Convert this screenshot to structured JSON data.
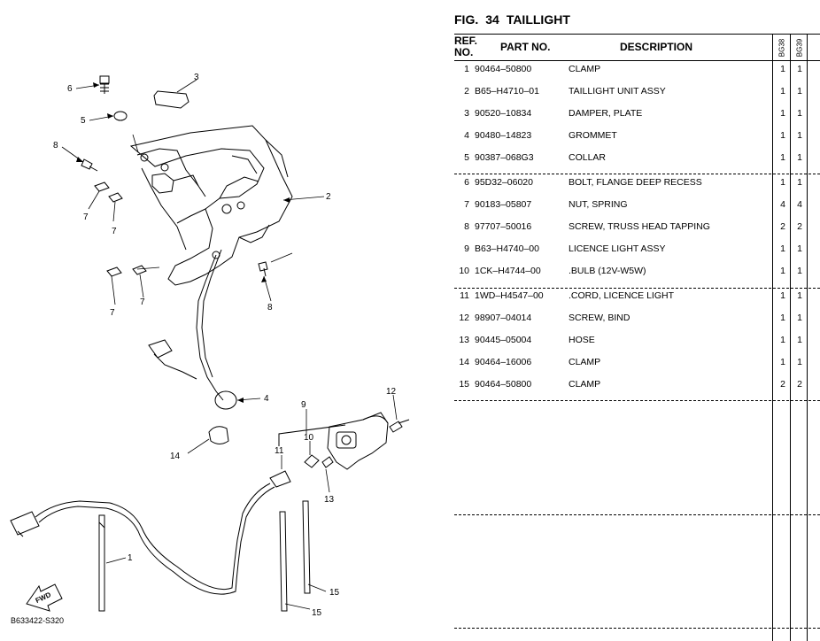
{
  "figure": {
    "label": "FIG.",
    "number": "34",
    "name": "TAILLIGHT"
  },
  "diagram": {
    "code": "B633422-S320",
    "fwd_label": "FWD",
    "callouts": {
      "c1": "1",
      "c2": "2",
      "c3": "3",
      "c4": "4",
      "c5": "5",
      "c6": "6",
      "c7a": "7",
      "c7b": "7",
      "c7c": "7",
      "c7d": "7",
      "c8a": "8",
      "c8b": "8",
      "c9": "9",
      "c10": "10",
      "c11": "11",
      "c12": "12",
      "c13": "13",
      "c14": "14",
      "c15a": "15",
      "c15b": "15"
    }
  },
  "table": {
    "headers": {
      "ref_line1": "REF.",
      "ref_line2": "NO.",
      "part_no": "PART NO.",
      "description": "DESCRIPTION",
      "model1": "BG38",
      "model2": "BG39"
    },
    "rows": [
      {
        "ref": "1",
        "part": "90464–50800",
        "desc": "CLAMP",
        "q1": "1",
        "q2": "1"
      },
      {
        "ref": "2",
        "part": "B65–H4710–01",
        "desc": "TAILLIGHT UNIT ASSY",
        "q1": "1",
        "q2": "1"
      },
      {
        "ref": "3",
        "part": "90520–10834",
        "desc": "DAMPER, PLATE",
        "q1": "1",
        "q2": "1"
      },
      {
        "ref": "4",
        "part": "90480–14823",
        "desc": "GROMMET",
        "q1": "1",
        "q2": "1"
      },
      {
        "ref": "5",
        "part": "90387–068G3",
        "desc": "COLLAR",
        "q1": "1",
        "q2": "1"
      },
      {
        "ref": "6",
        "part": "95D32–06020",
        "desc": "BOLT, FLANGE DEEP RECESS",
        "q1": "1",
        "q2": "1"
      },
      {
        "ref": "7",
        "part": "90183–05807",
        "desc": "NUT, SPRING",
        "q1": "4",
        "q2": "4"
      },
      {
        "ref": "8",
        "part": "97707–50016",
        "desc": "SCREW, TRUSS HEAD TAPPING",
        "q1": "2",
        "q2": "2"
      },
      {
        "ref": "9",
        "part": "B63–H4740–00",
        "desc": "LICENCE LIGHT ASSY",
        "q1": "1",
        "q2": "1"
      },
      {
        "ref": "10",
        "part": "1CK–H4744–00",
        "desc": ".BULB (12V-W5W)",
        "q1": "1",
        "q2": "1"
      },
      {
        "ref": "11",
        "part": "1WD–H4547–00",
        "desc": ".CORD, LICENCE LIGHT",
        "q1": "1",
        "q2": "1"
      },
      {
        "ref": "12",
        "part": "98907–04014",
        "desc": "SCREW, BIND",
        "q1": "1",
        "q2": "1"
      },
      {
        "ref": "13",
        "part": "90445–05004",
        "desc": "HOSE",
        "q1": "1",
        "q2": "1"
      },
      {
        "ref": "14",
        "part": "90464–16006",
        "desc": "CLAMP",
        "q1": "1",
        "q2": "1"
      },
      {
        "ref": "15",
        "part": "90464–50800",
        "desc": "CLAMP",
        "q1": "2",
        "q2": "2"
      }
    ]
  }
}
